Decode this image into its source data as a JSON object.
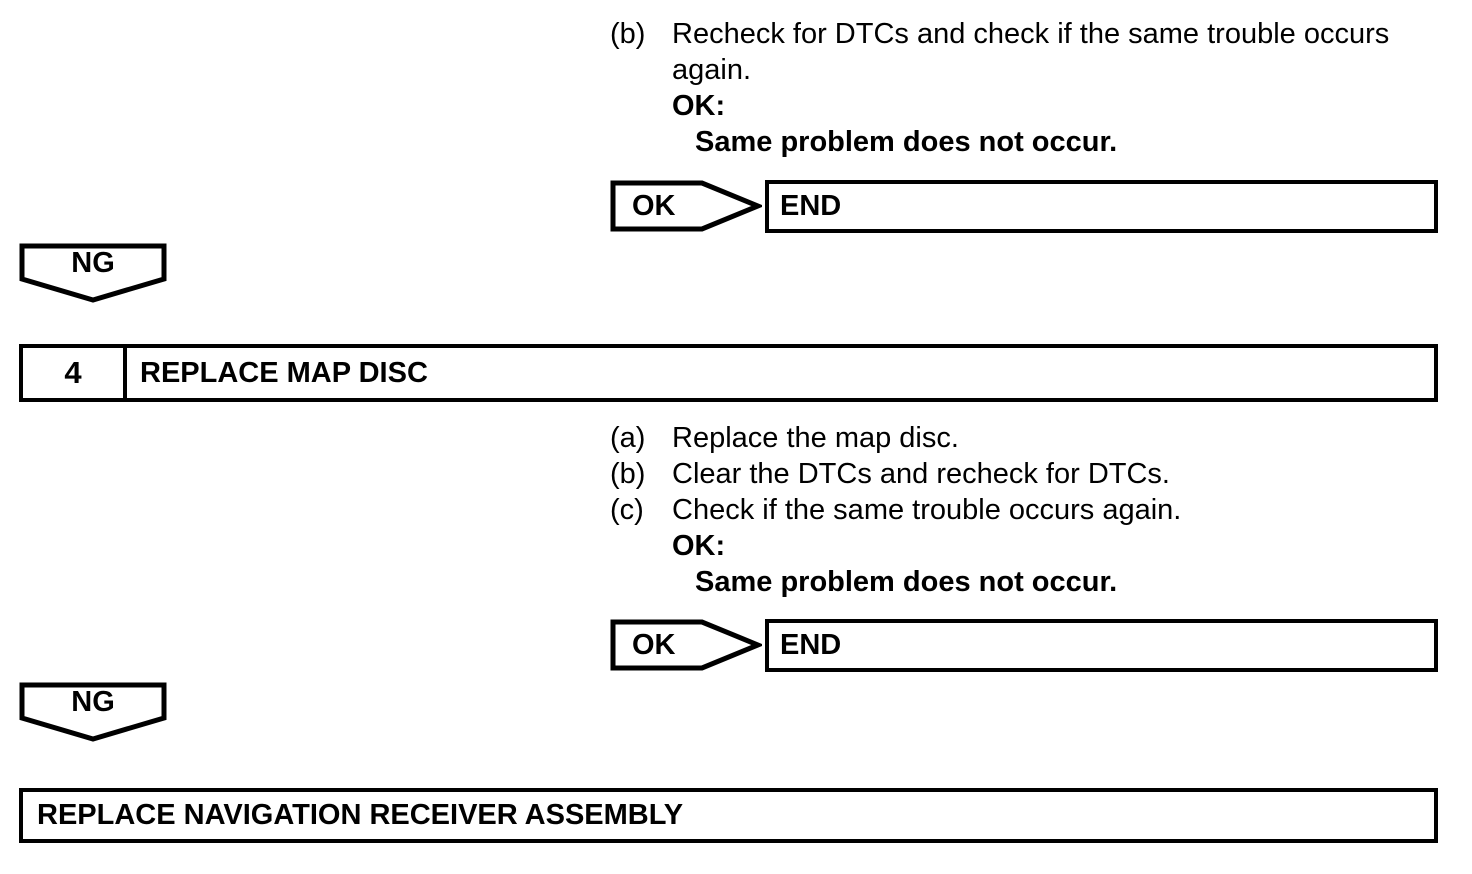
{
  "page": {
    "background": "#ffffff",
    "ink": "#000000"
  },
  "step3_continuation": {
    "items": [
      {
        "label": "(b)",
        "text": "Recheck for DTCs and check if the same trouble occurs again."
      }
    ],
    "ok_label": "OK:",
    "ok_detail": "Same problem does not occur.",
    "branch": {
      "arrow_label": "OK",
      "result_label": "END"
    }
  },
  "ng_connector_1": {
    "label": "NG"
  },
  "step4": {
    "number": "4",
    "title": "REPLACE MAP DISC",
    "items": [
      {
        "label": "(a)",
        "text": "Replace the map disc."
      },
      {
        "label": "(b)",
        "text": "Clear the DTCs and recheck for DTCs."
      },
      {
        "label": "(c)",
        "text": "Check if the same trouble occurs again."
      }
    ],
    "ok_label": "OK:",
    "ok_detail": "Same problem does not occur.",
    "branch": {
      "arrow_label": "OK",
      "result_label": "END"
    }
  },
  "ng_connector_2": {
    "label": "NG"
  },
  "final_action": {
    "text": "REPLACE NAVIGATION RECEIVER ASSEMBLY"
  }
}
